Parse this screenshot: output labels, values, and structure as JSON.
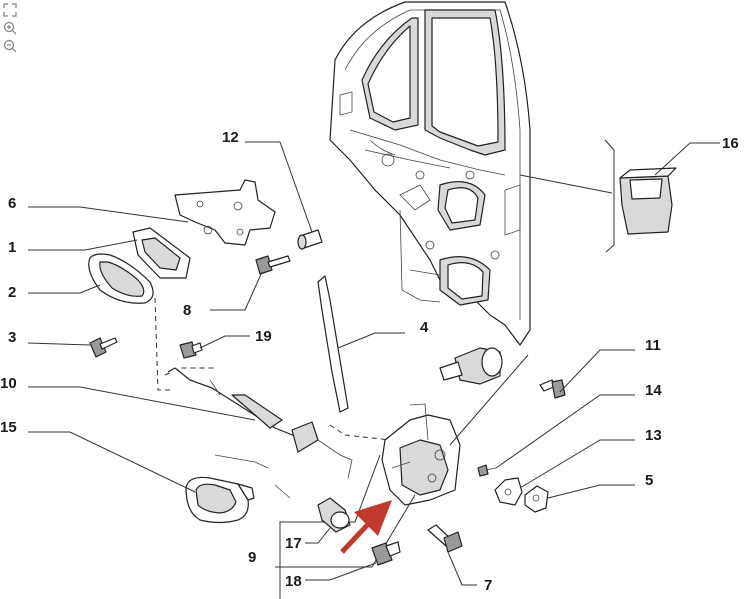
{
  "toolbar": {
    "icons": [
      "fit-view-icon",
      "zoom-in-icon",
      "zoom-out-icon"
    ]
  },
  "callouts": {
    "c1": "1",
    "c2": "2",
    "c3": "3",
    "c4": "4",
    "c5": "5",
    "c6": "6",
    "c7": "7",
    "c8": "8",
    "c9": "9",
    "c10": "10",
    "c11": "11",
    "c12": "12",
    "c13": "13",
    "c14": "14",
    "c15": "15",
    "c16": "16",
    "c17": "17",
    "c18": "18",
    "c19": "19"
  },
  "colors": {
    "arrow": "#c0392b",
    "line": "#222222",
    "shade": "#d9d9d9"
  }
}
